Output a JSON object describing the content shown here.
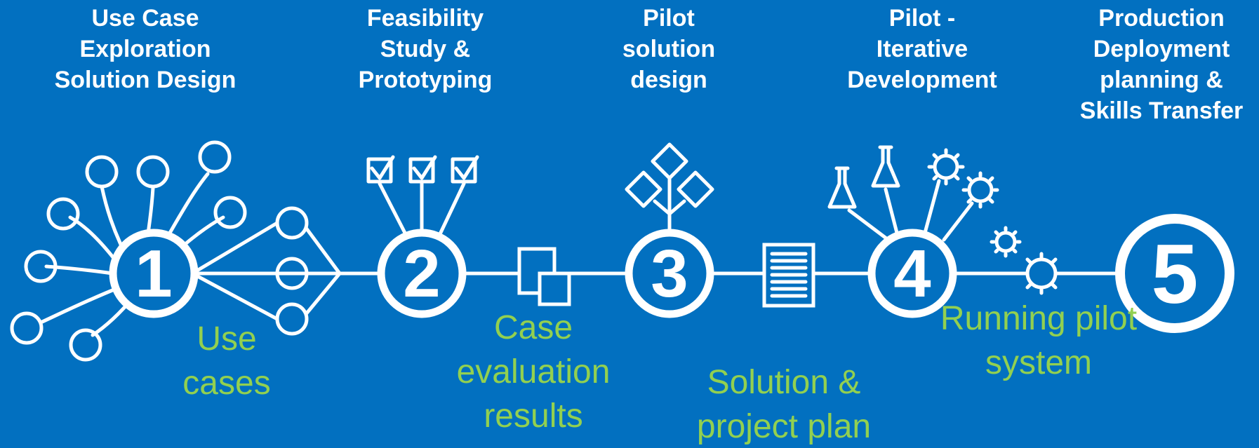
{
  "phases": [
    {
      "number": "1",
      "title": "Use Case\nExploration\nSolution Design"
    },
    {
      "number": "2",
      "title": "Feasibility\nStudy &\nPrototyping"
    },
    {
      "number": "3",
      "title": "Pilot\nsolution\ndesign"
    },
    {
      "number": "4",
      "title": "Pilot -\nIterative\nDevelopment"
    },
    {
      "number": "5",
      "title": "Production\nDeployment\nplanning &\nSkills Transfer"
    }
  ],
  "outputs": [
    {
      "label": "Use\ncases"
    },
    {
      "label": "Case\nevaluation\nresults"
    },
    {
      "label": "Solution &\nproject plan"
    },
    {
      "label": "Running pilot\nsystem"
    }
  ],
  "colors": {
    "background": "#0270c0",
    "foreground": "#ffffff",
    "output_text": "#92d050"
  },
  "icons": [
    "use-case-network-icon",
    "checkbox-icon",
    "documents-icon",
    "decision-diamond-icon",
    "document-icon",
    "flask-icon",
    "gear-icon"
  ]
}
